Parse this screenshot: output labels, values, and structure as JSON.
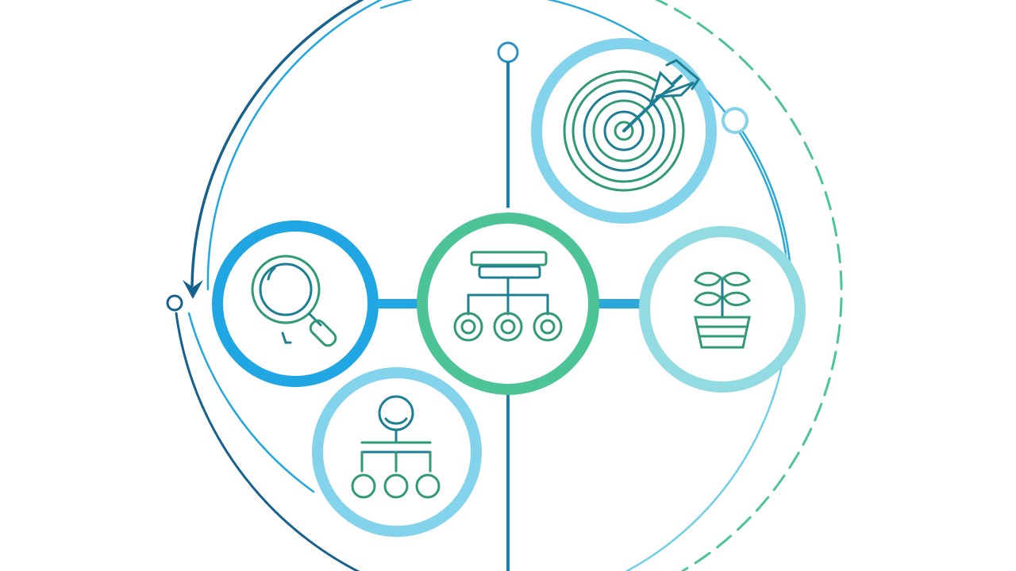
{
  "diagram": {
    "colors": {
      "background": "#ffffff",
      "dark_blue": "#17618e",
      "mid_blue": "#2a8fc4",
      "sky_blue": "#20a6e3",
      "light_blue": "#84d3ec",
      "pale_cyan": "#93dbe3",
      "green": "#4cc497",
      "icon_green": "#2f9a73",
      "icon_teal": "#1c7f94"
    },
    "nodes": [
      {
        "id": "center",
        "icon": "org-chart-icon"
      },
      {
        "id": "top-right",
        "icon": "target-arrow-icon"
      },
      {
        "id": "left",
        "icon": "magnifier-icon"
      },
      {
        "id": "right",
        "icon": "plant-pot-icon"
      },
      {
        "id": "bottom-left",
        "icon": "person-hierarchy-icon"
      }
    ],
    "arrows": [
      {
        "id": "left-arc-arrow",
        "icon": "arrow-down-icon"
      }
    ]
  }
}
